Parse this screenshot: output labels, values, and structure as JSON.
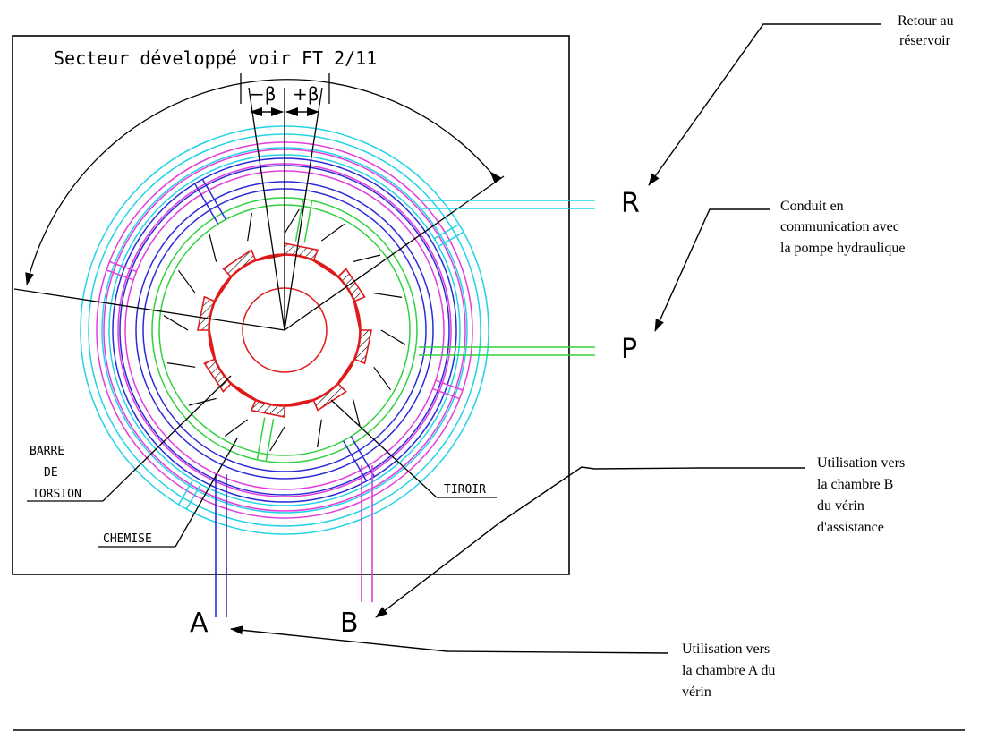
{
  "title": "Secteur développé voir FT 2/11",
  "angle": {
    "minus": "−β",
    "plus": "+β"
  },
  "ports": {
    "R": "R",
    "P": "P",
    "A": "A",
    "B": "B"
  },
  "labels": {
    "barre_line1": "BARRE",
    "barre_line2": "DE",
    "barre_line3": "TORSION",
    "chemise": "CHEMISE",
    "tiroir": "TIROIR"
  },
  "notes": {
    "retour": [
      "Retour au",
      "réservoir"
    ],
    "pompe": [
      "Conduit en",
      "communication avec",
      "la pompe hydraulique"
    ],
    "chambreB": [
      "Utilisation vers",
      "la chambre B",
      "du vérin",
      "d'assistance"
    ],
    "chambreA": [
      "Utilisation vers",
      "la chambre A du",
      "vérin"
    ]
  },
  "colors": {
    "cyan": "#22d3e6",
    "magenta": "#e23cdc",
    "blue": "#2a2ad8",
    "green": "#2fd13f",
    "red": "#e01919",
    "black": "#000000"
  }
}
